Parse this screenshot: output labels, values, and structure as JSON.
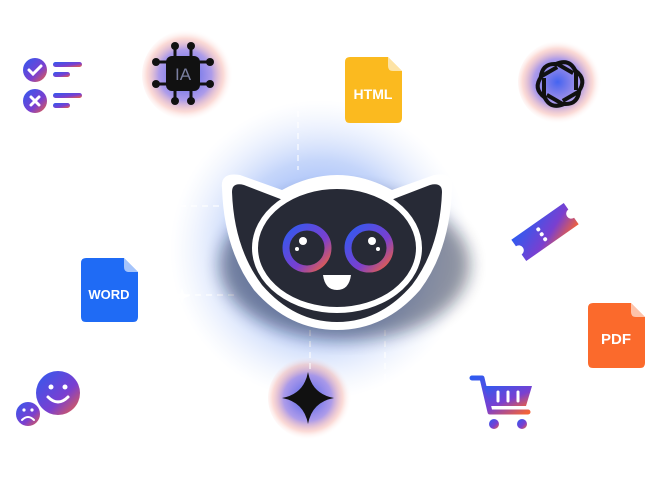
{
  "icons": {
    "ai_chip": {
      "label": "IA"
    },
    "html_file": {
      "label": "HTML",
      "color": "#FBBA1F"
    },
    "word_file": {
      "label": "WORD",
      "color": "#1F6BF5"
    },
    "pdf_file": {
      "label": "PDF",
      "color": "#FB6A2C"
    }
  },
  "colors": {
    "mascot_body": "#272A36",
    "gradient_blue": "#2F5BF0",
    "gradient_purple": "#7A3FD0",
    "gradient_orange": "#F2623A",
    "glow_blue": "#4A7BF0"
  }
}
